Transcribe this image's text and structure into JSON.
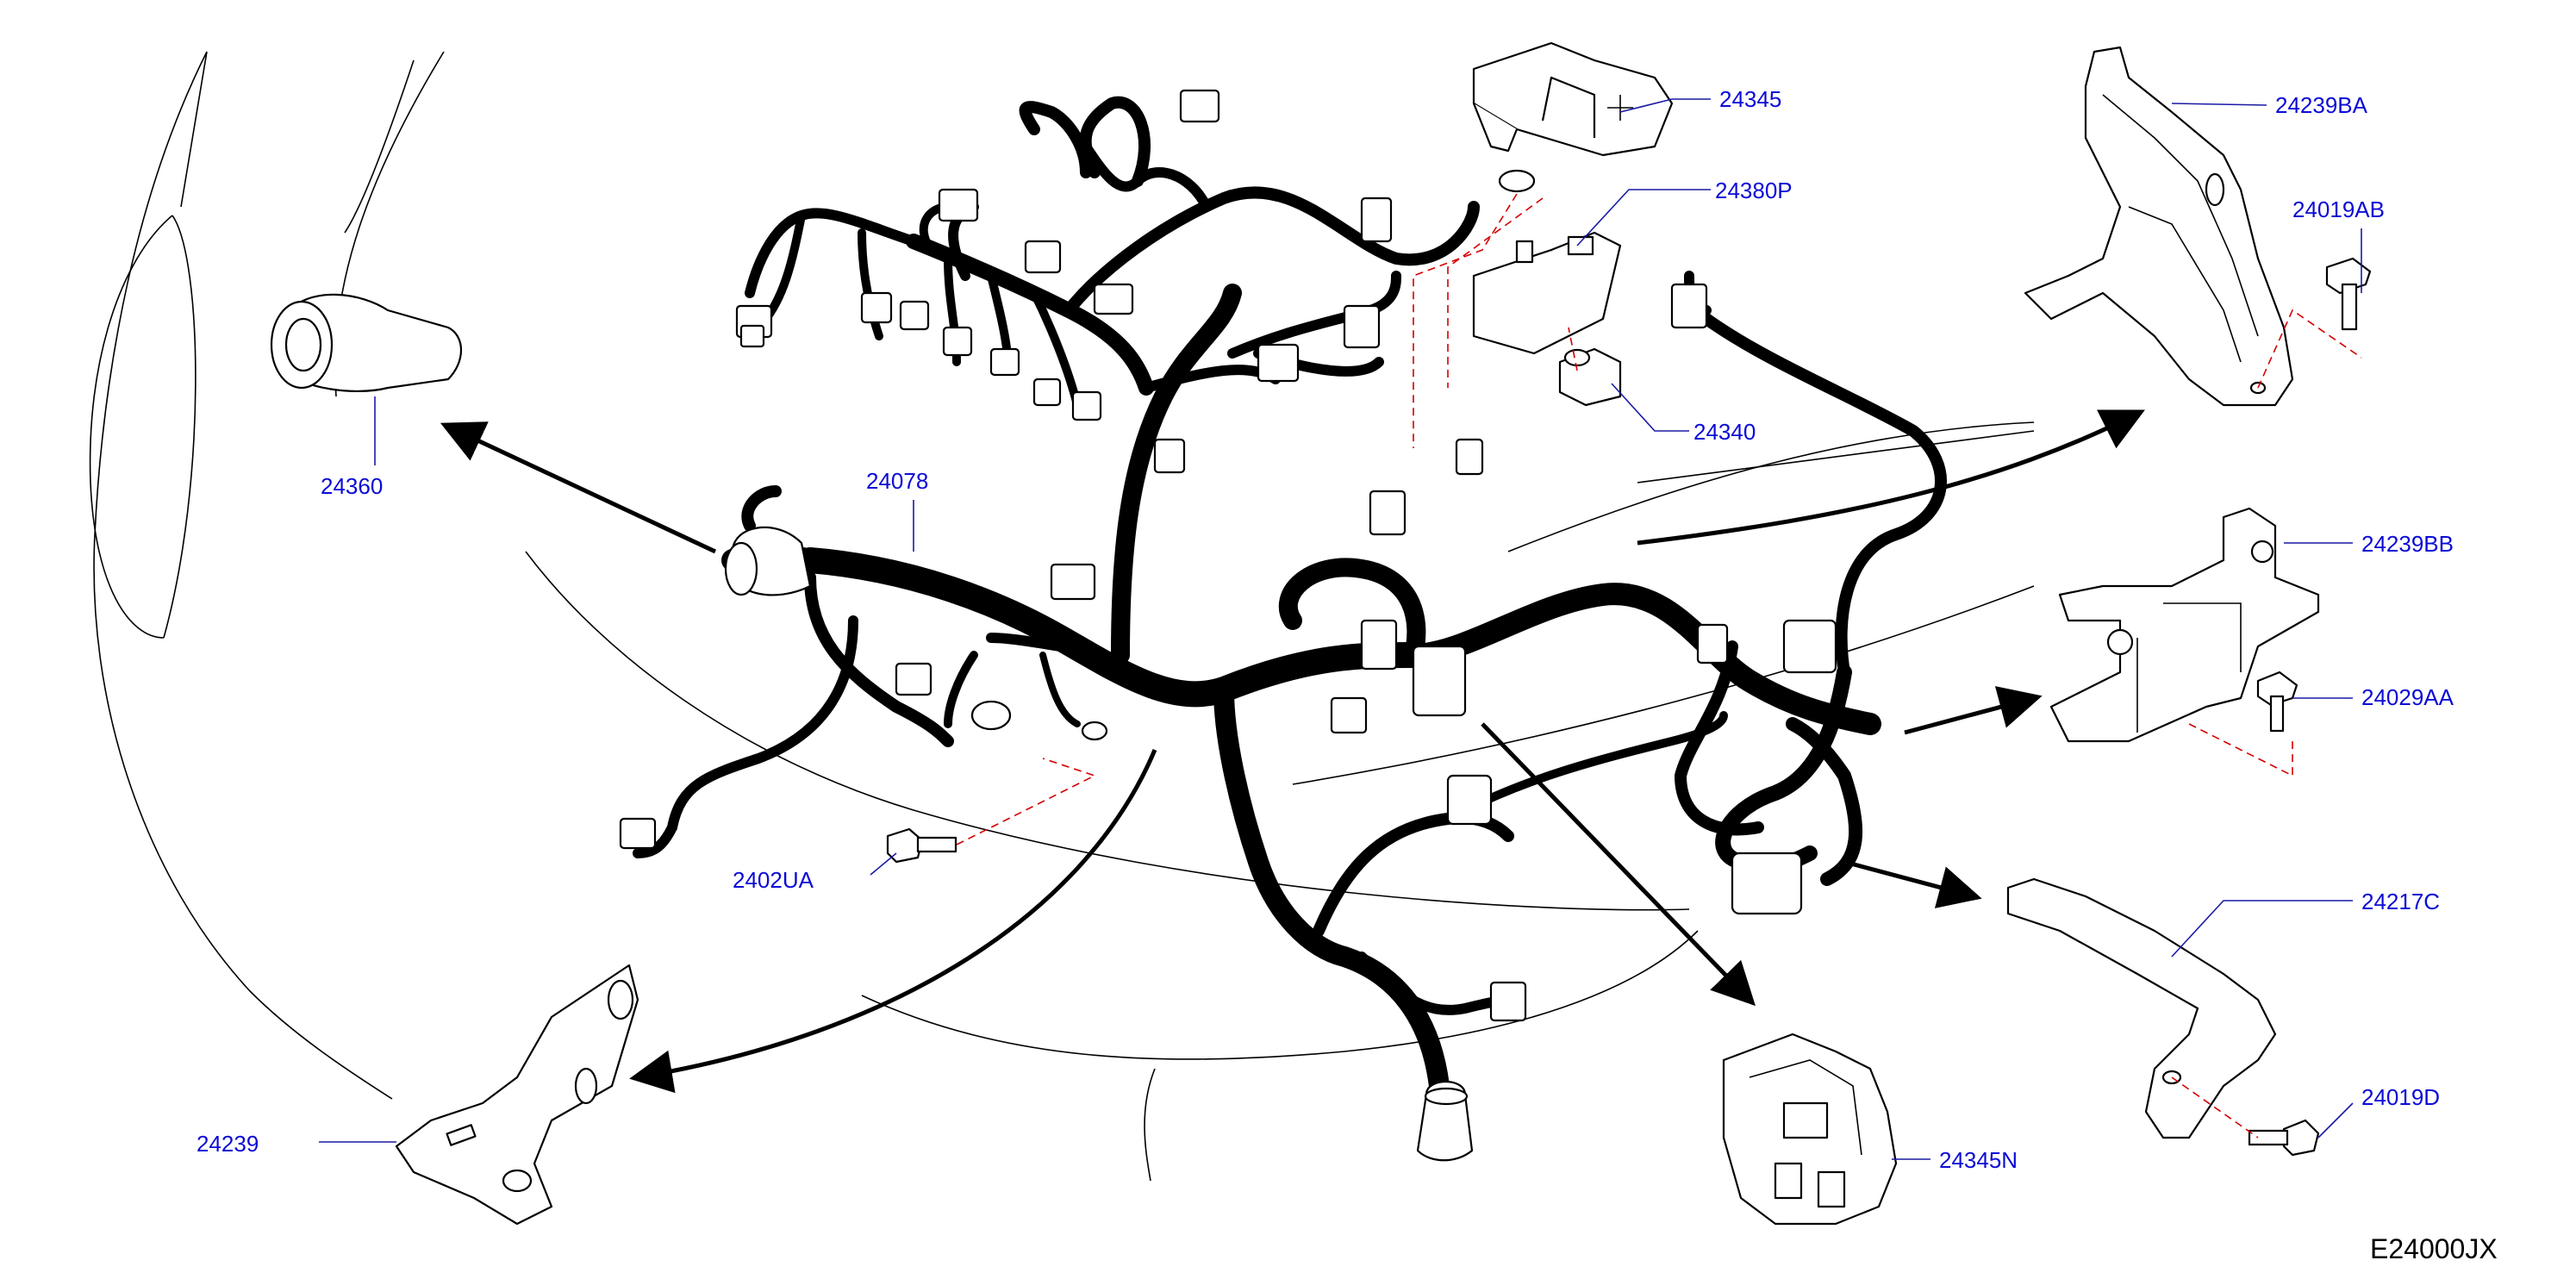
{
  "colors": {
    "label": "#0b0bd6",
    "leader": "#1a1aa6",
    "harness": "#000000",
    "dash": "#d40000",
    "background": "#ffffff"
  },
  "labels": {
    "l24345": "24345",
    "l24380P": "24380P",
    "l24340": "24340",
    "l24239BA": "24239BA",
    "l24019AB": "24019AB",
    "l24239BB": "24239BB",
    "l24029AA": "24029AA",
    "l24217C": "24217C",
    "l24019D": "24019D",
    "l24345N": "24345N",
    "l24360": "24360",
    "l24078": "24078",
    "l2402UA": "2402UA",
    "l24239": "24239"
  },
  "diagram_code": "E24000JX"
}
